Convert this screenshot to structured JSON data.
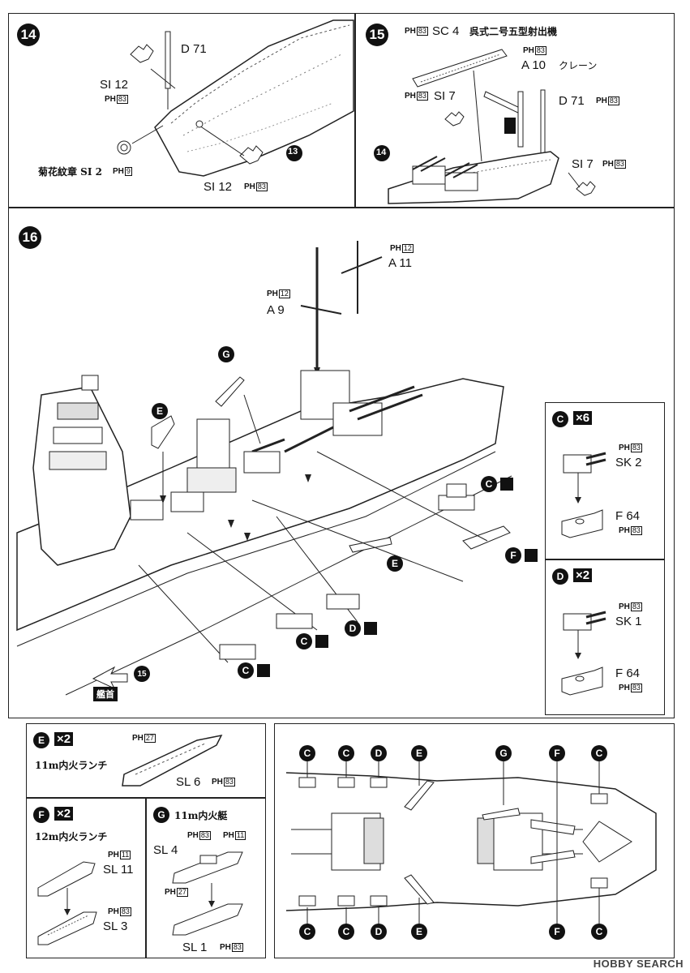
{
  "step14": {
    "number": "14",
    "d71": "D 71",
    "si12_top": "SI 12",
    "ph83_top": "83",
    "kikumon": "菊花紋章  SI 2",
    "ph9": "9",
    "si12_bottom": "SI 12",
    "ph83_bottom": "83",
    "ref13": "13"
  },
  "step15": {
    "number": "15",
    "sc4": "SC 4",
    "ph83_sc": "83",
    "catapult": "呉式二号五型射出機",
    "ph83_a10": "83",
    "a10": "A 10",
    "crane": "クレーン",
    "si7_left": "SI 7",
    "ph83_si7": "83",
    "d71": "D 71",
    "ph83_d71": "83",
    "si7_right": "SI 7",
    "ph83_si7r": "83",
    "ref14": "14"
  },
  "step16": {
    "number": "16",
    "ph12_top": "12",
    "a11": "A 11",
    "ph12_mid": "12",
    "a9": "A 9",
    "g": "G",
    "e": "E",
    "c": "C",
    "f": "F",
    "d": "D",
    "ref15": "15",
    "bow": "艦首"
  },
  "box_c": {
    "letter": "C",
    "qty": "×6",
    "ph83_sk": "83",
    "sk": "SK 2",
    "f": "F 64",
    "ph83_f": "83"
  },
  "box_d": {
    "letter": "D",
    "qty": "×2",
    "ph83_sk": "83",
    "sk": "SK 1",
    "f": "F 64",
    "ph83_f": "83"
  },
  "box_e": {
    "letter": "E",
    "qty": "×2",
    "title": "11m内火ランチ",
    "ph27": "27",
    "sl6": "SL 6",
    "ph83": "83"
  },
  "box_f": {
    "letter": "F",
    "qty": "×2",
    "title": "12m内火ランチ",
    "ph11": "11",
    "sl11": "SL 11",
    "ph83": "83",
    "sl3": "SL 3"
  },
  "box_g": {
    "letter": "G",
    "title": "11m内火艇",
    "sl4": "SL 4",
    "ph83": "83",
    "ph11": "11",
    "ph27": "27",
    "sl1": "SL 1",
    "ph83b": "83"
  },
  "plan": {
    "top_labels": [
      "C",
      "C",
      "D",
      "E",
      "G",
      "F",
      "C"
    ],
    "bottom_labels": [
      "C",
      "C",
      "D",
      "E",
      "F",
      "C"
    ]
  },
  "watermark": "HOBBY SEARCH"
}
